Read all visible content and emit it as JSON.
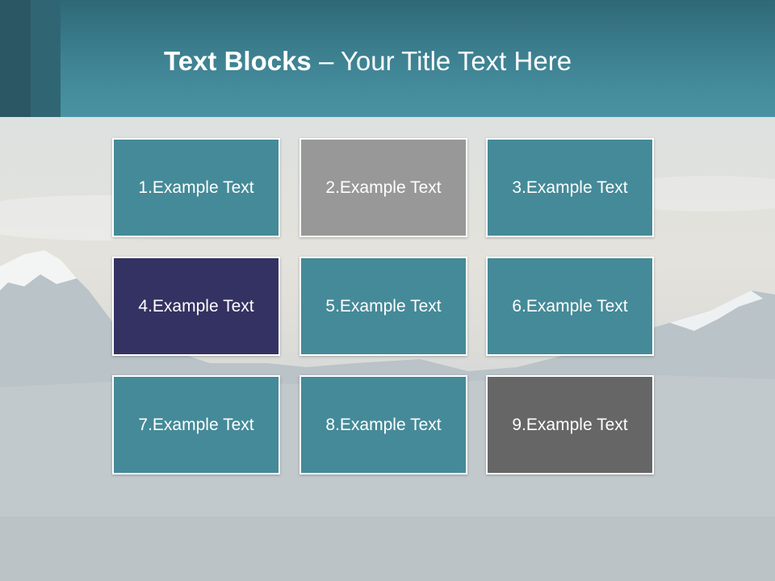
{
  "title": {
    "bold": "Text Blocks",
    "dash": " – ",
    "rest": "Your Title Text Here"
  },
  "blocks": [
    {
      "label": "1.Example Text",
      "color": "#458a98"
    },
    {
      "label": "2.Example Text",
      "color": "#989898"
    },
    {
      "label": "3.Example Text",
      "color": "#458a98"
    },
    {
      "label": "4.Example Text",
      "color": "#343262"
    },
    {
      "label": "5.Example Text",
      "color": "#458a98"
    },
    {
      "label": "6.Example Text",
      "color": "#458a98"
    },
    {
      "label": "7.Example Text",
      "color": "#458a98"
    },
    {
      "label": "8.Example Text",
      "color": "#458a98"
    },
    {
      "label": "9.Example Text",
      "color": "#666666"
    }
  ],
  "colors": {
    "header": "#3f8494",
    "background": "#c9d1d5"
  }
}
